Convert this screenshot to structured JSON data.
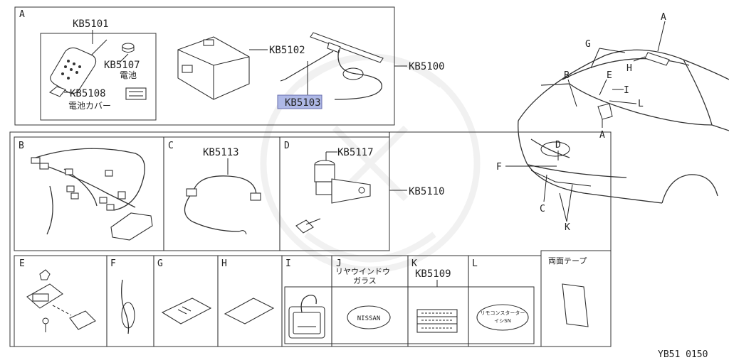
{
  "sections": {
    "A": {
      "letter": "A",
      "group": "KB5100"
    },
    "B": {
      "letter": "B",
      "group": "KB5110"
    }
  },
  "parts": {
    "kb5101": "KB5101",
    "kb5107": "KB5107",
    "kb5107_jp": "電池",
    "kb5108": "KB5108",
    "kb5108_jp": "電池カバー",
    "kb5102": "KB5102",
    "kb5103": "KB5103",
    "kb5113": "KB5113",
    "kb5117": "KB5117",
    "kb5109": "KB5109"
  },
  "grid_top": {
    "b": "B",
    "c": "C",
    "d": "D"
  },
  "grid_bottom": {
    "e": "E",
    "f": "F",
    "g": "G",
    "h": "H",
    "i": "I",
    "j": "J",
    "j_jp1": "リヤウインドウ",
    "j_jp2": "ガラス",
    "k": "K",
    "l": "L",
    "tape": "両面テープ"
  },
  "badges": {
    "nissan": "NISSAN",
    "l_jp1": "リモコンスターター",
    "l_jp2": "イシSN"
  },
  "car_callouts": {
    "A_top": "A",
    "G": "G",
    "H": "H",
    "B": "B",
    "E": "E",
    "I": "I",
    "L": "L",
    "A_bottom": "A",
    "D": "D",
    "F": "F",
    "C": "C",
    "K": "K"
  },
  "footer_code": "YB51 0150"
}
